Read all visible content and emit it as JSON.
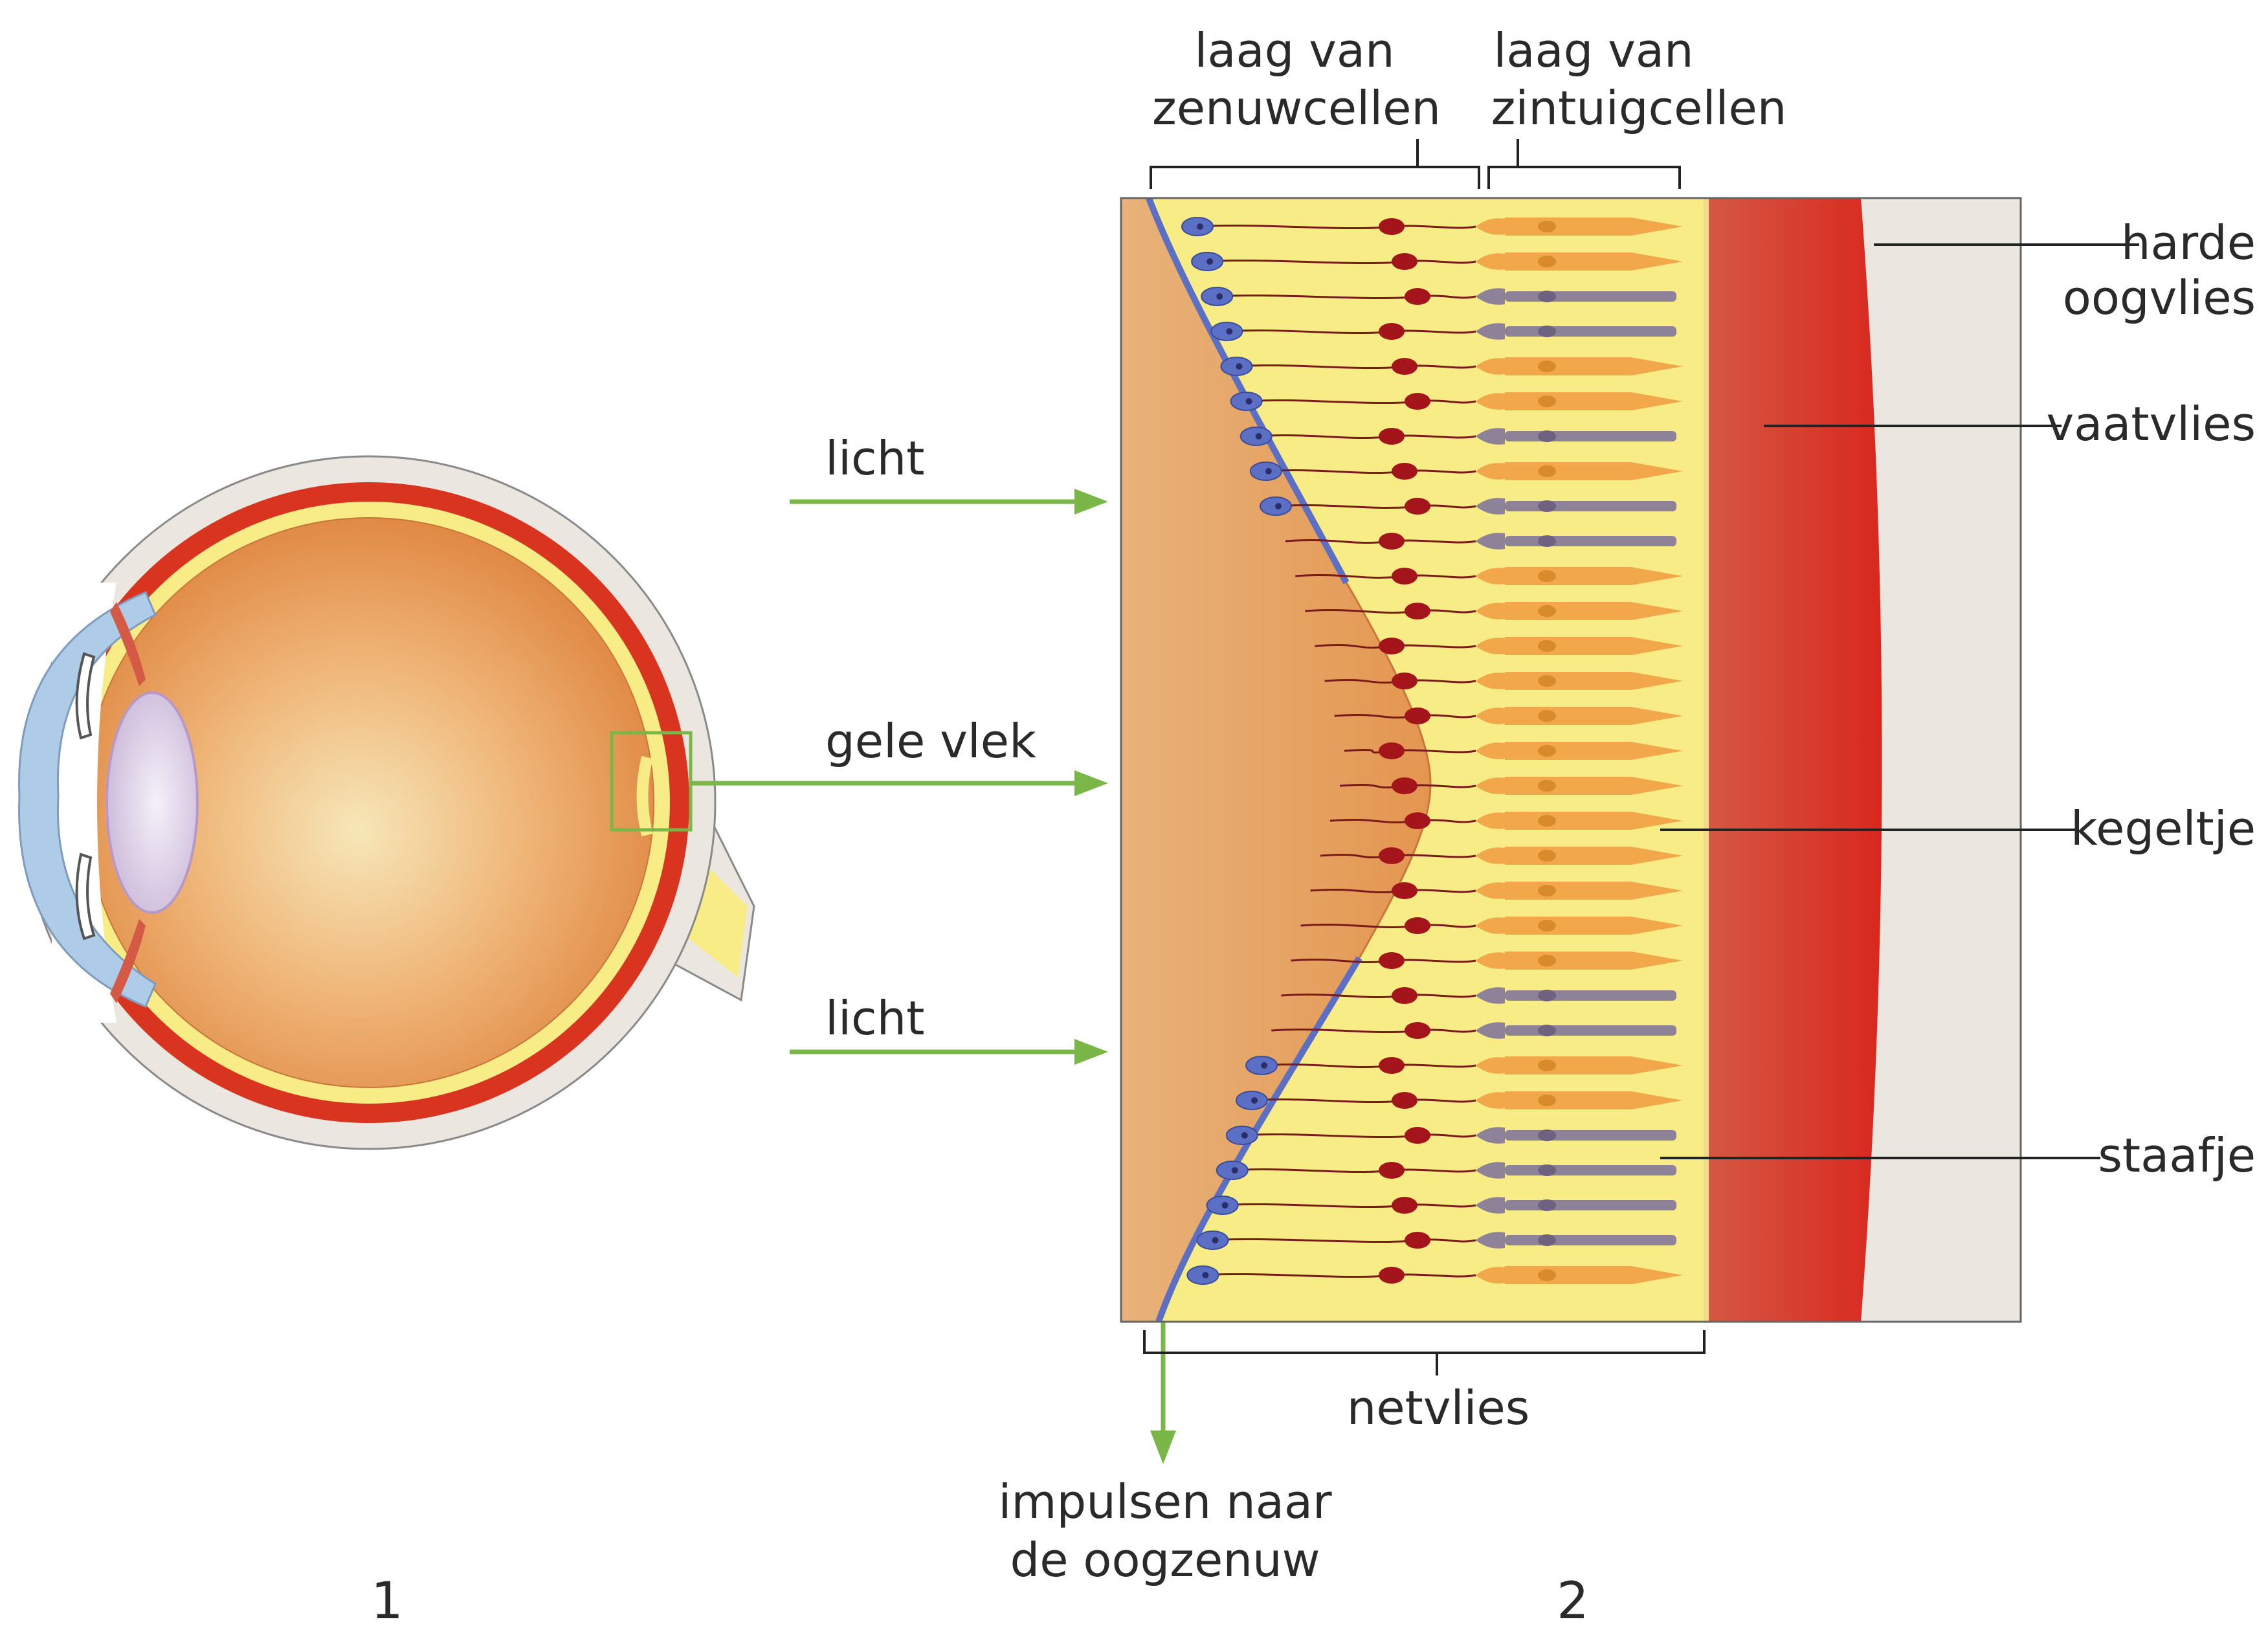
{
  "labels": {
    "laag_zenuw_1": "laag  van",
    "laag_zenuw_2": "zenuwcellen",
    "laag_zintuig_1": "laag van",
    "laag_zintuig_2": "zintuigcellen",
    "harde_1": "harde",
    "harde_2": "oogvlies",
    "vaatvlies": "vaatvlies",
    "kegeltje": "kegeltje",
    "staafje": "staafje",
    "licht_top": "licht",
    "gele_vlek": "gele vlek",
    "licht_bottom": "licht",
    "netvlies": "netvlies",
    "impulsen_1": "impulsen naar",
    "impulsen_2": "de oogzenuw",
    "fig1": "1",
    "fig2": "2"
  },
  "colors": {
    "arrow": "#7ab648",
    "vitreous": "#e8a05a",
    "retina_yellow": "#f7ec86",
    "choroid": "#d93a2c",
    "sclera": "#ece6e0",
    "nerve_blue": "#5b6fc4",
    "nerve_red": "#a3141b",
    "cone": "#f2a74a",
    "rod": "#8e8298"
  }
}
